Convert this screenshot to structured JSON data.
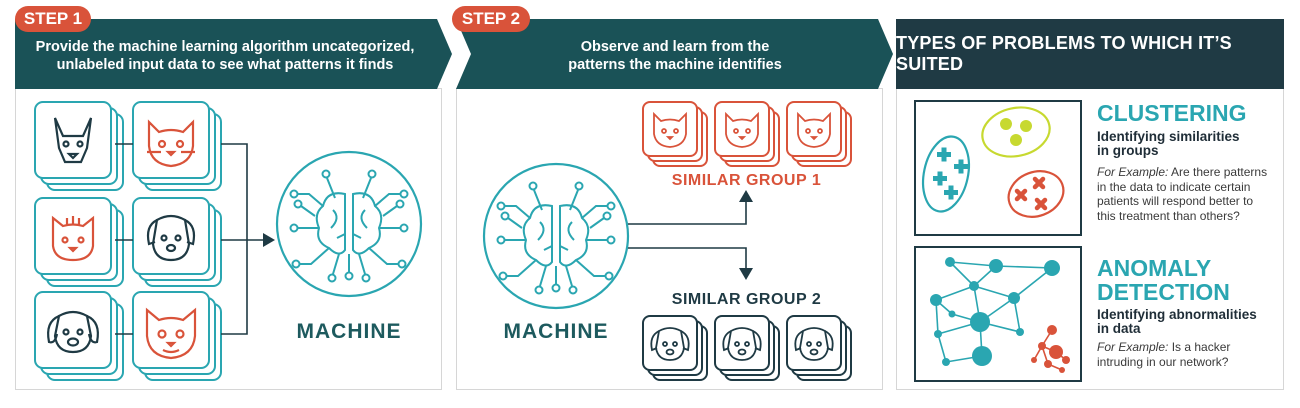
{
  "step1": {
    "tag": "STEP 1",
    "banner_line1": "Provide the machine learning algorithm uncategorized,",
    "banner_line2": "unlabeled input data to see what patterns it finds",
    "machine_label": "MACHINE"
  },
  "step2": {
    "tag": "STEP 2",
    "banner_line1": "Observe and learn from the",
    "banner_line2": "patterns the machine identifies",
    "machine_label": "MACHINE",
    "group1_label": "SIMILAR GROUP 1",
    "group2_label": "SIMILAR GROUP 2"
  },
  "problems": {
    "header": "TYPES OF PROBLEMS TO WHICH IT’S SUITED",
    "clustering": {
      "title": "CLUSTERING",
      "subtitle_line1": "Identifying similarities",
      "subtitle_line2": "in groups",
      "example_prefix": "For Example:",
      "example_text": "Are there patterns in the data to indicate certain patients will respond better to this treatment than others?"
    },
    "anomaly": {
      "title_line1": "ANOMALY",
      "title_line2": "DETECTION",
      "subtitle_line1": "Identifying abnormalities",
      "subtitle_line2": "in data",
      "example_prefix": "For Example:",
      "example_text": "Is a hacker intruding in our network?"
    }
  },
  "colors": {
    "teal": "#2aa6b1",
    "dark_teal": "#1d5a5e",
    "orange": "#d9533a",
    "navy": "#1f3a44",
    "lime": "#c7d930"
  }
}
